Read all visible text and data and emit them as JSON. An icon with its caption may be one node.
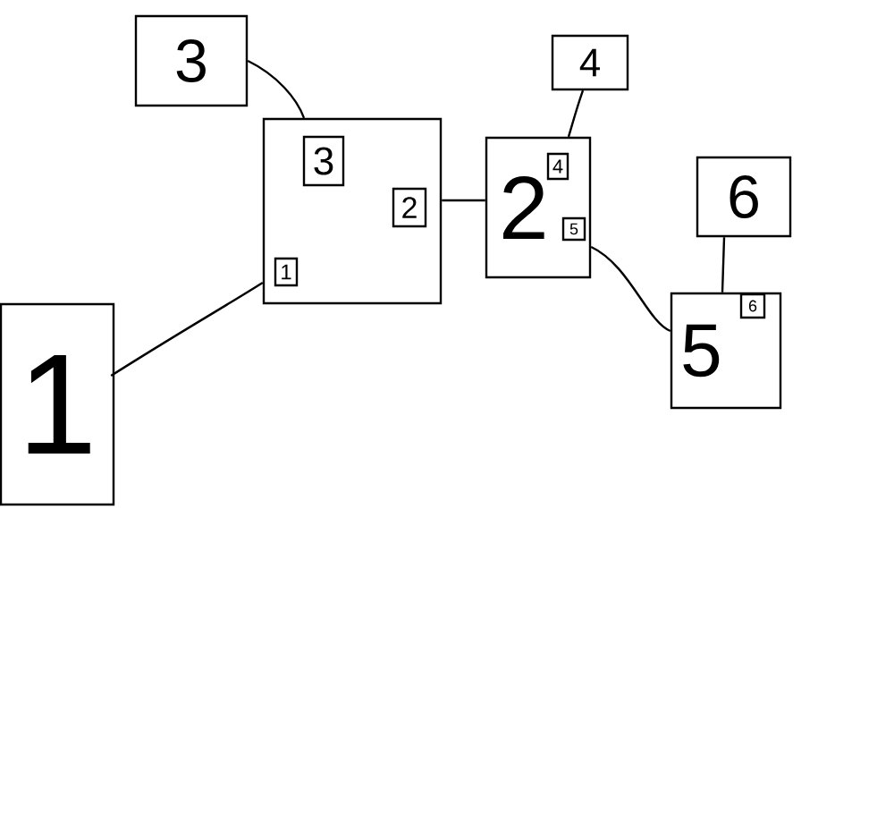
{
  "diagram": {
    "nodes": [
      {
        "text": [
          "3"
        ]
      },
      {
        "text": [
          "4"
        ]
      },
      {
        "text": [],
        "shape": "box"
      },
      {
        "text": [
          "3"
        ],
        "in": 2
      },
      {
        "text": [
          "2"
        ],
        "in": 2
      },
      {
        "text": [
          "1"
        ],
        "in": 2
      },
      {
        "text": [
          "2"
        ]
      },
      {
        "text": [
          "4"
        ],
        "in": 6
      },
      {
        "text": [
          "5"
        ],
        "in": 6
      },
      {
        "text": [
          "6"
        ]
      },
      {
        "text": [
          "5"
        ]
      },
      {
        "text": [
          "6"
        ],
        "in": 10
      },
      {
        "text": [
          "1"
        ]
      }
    ],
    "edges": [
      {
        "from": 0,
        "to": 2,
        "arrow": "none"
      },
      {
        "from": 1,
        "to": 6,
        "arrow": "none"
      },
      {
        "from": 2,
        "to": 6,
        "arrow": "none"
      },
      {
        "from": 6,
        "to": 10,
        "arrow": "none"
      },
      {
        "from": 9,
        "to": 10,
        "arrow": "none"
      },
      {
        "from": 12,
        "to": 2,
        "arrow": "none"
      }
    ]
  }
}
